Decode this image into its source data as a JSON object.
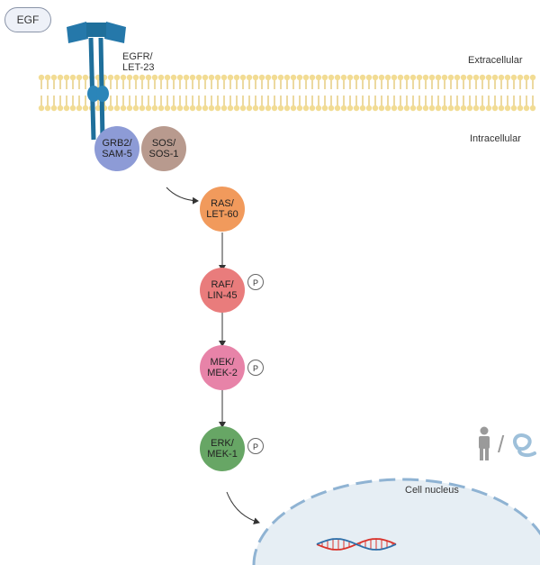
{
  "ligand": "EGF",
  "receptor": {
    "line1": "EGFR/",
    "line2": "LET-23"
  },
  "regions": {
    "extracellular": "Extracellular",
    "intracellular": "Intracellular"
  },
  "adaptors": [
    {
      "line1": "GRB2/",
      "line2": "SAM-5",
      "color": "#8d9bd6"
    },
    {
      "line1": "SOS/",
      "line2": "SOS-1",
      "color": "#b89a8e"
    }
  ],
  "cascade": [
    {
      "line1": "RAS/",
      "line2": "LET-60",
      "color": "#f19a5c",
      "phospho": ""
    },
    {
      "line1": "RAF/",
      "line2": "LIN-45",
      "color": "#e97c7c",
      "phospho": "P"
    },
    {
      "line1": "MEK/",
      "line2": "MEK-2",
      "color": "#e783a8",
      "phospho": "P"
    },
    {
      "line1": "ERK/",
      "line2": "MEK-1",
      "color": "#67a665",
      "phospho": "P"
    }
  ],
  "nucleus": {
    "label": "Cell nucleus"
  },
  "species": {
    "separator": "/"
  },
  "colors": {
    "membrane": "#f2dc94",
    "receptor": "#1f6f9b",
    "nucleus": "#e6eef4",
    "dna_red": "#d9322b",
    "dna_blue": "#2d6ea8"
  }
}
